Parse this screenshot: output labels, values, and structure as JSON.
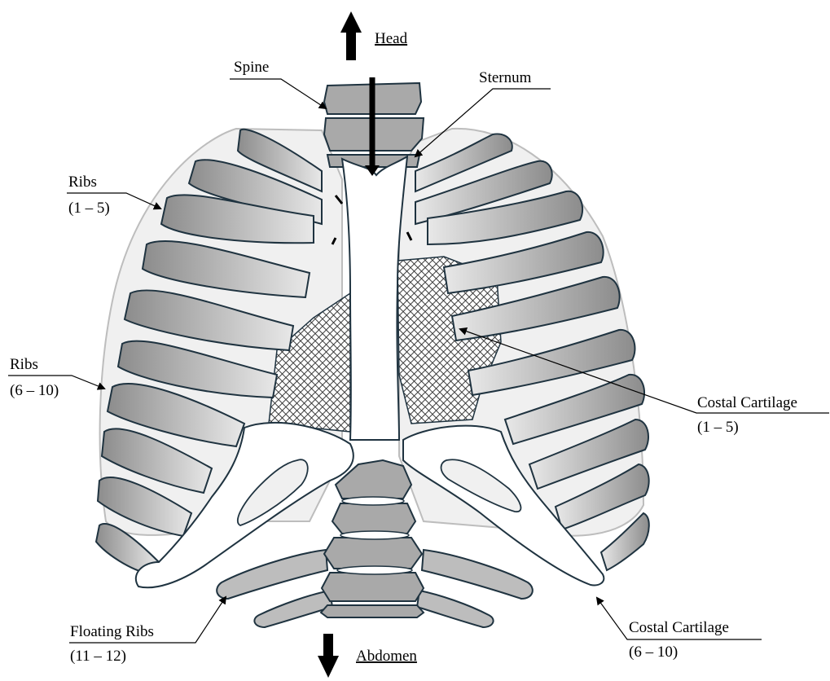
{
  "labels": {
    "head": "Head",
    "abdomen": "Abdomen",
    "spine": "Spine",
    "sternum": "Sternum",
    "ribs_upper": {
      "name": "Ribs",
      "range": "(1 – 5)"
    },
    "ribs_mid": {
      "name": "Ribs",
      "range": "(6 – 10)"
    },
    "costal_upper": {
      "name": "Costal Cartilage",
      "range": "(1 – 5)"
    },
    "costal_lower": {
      "name": "Costal Cartilage",
      "range": "(6 – 10)"
    },
    "floating": {
      "name": "Floating Ribs",
      "range": "(11 – 12)"
    }
  },
  "colors": {
    "outline": "#1f3340",
    "bone_dark": "#8a8a8a",
    "bone_light": "#dcdcdc",
    "vertebra": "#a9a9a9",
    "lung": "#f0f0f0",
    "lung_edge": "#bdbdbd"
  }
}
